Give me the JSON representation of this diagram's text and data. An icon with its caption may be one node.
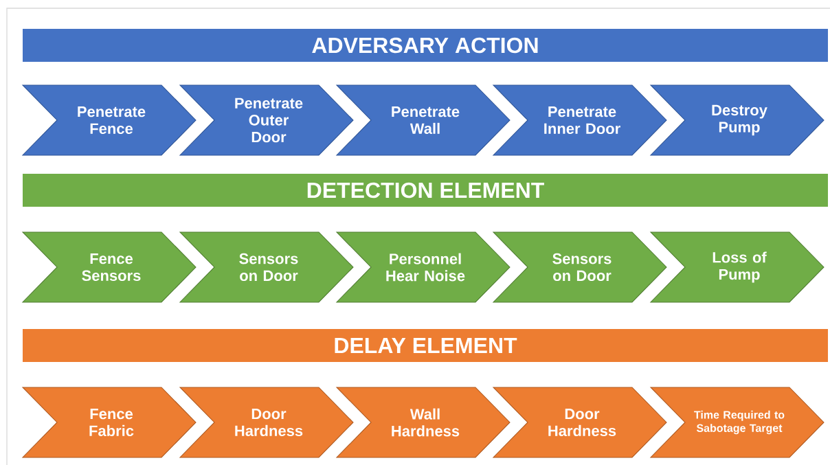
{
  "diagram": {
    "nodes": [
      {
        "text": [
          "ADVERSARY ACTION"
        ]
      },
      {
        "text": [
          "Penetrate Fence"
        ]
      },
      {
        "text": [
          "Penetrate Outer Door"
        ]
      },
      {
        "text": [
          "Penetrate Wall"
        ]
      },
      {
        "text": [
          "Penetrate Inner Door"
        ]
      },
      {
        "text": [
          "Destroy Pump"
        ]
      },
      {
        "text": [
          "DETECTION ELEMENT"
        ]
      },
      {
        "text": [
          "Fence Sensors"
        ]
      },
      {
        "text": [
          "Sensors on Door"
        ]
      },
      {
        "text": [
          "Personnel Hear Noise"
        ]
      },
      {
        "text": [
          "Sensors on Door"
        ]
      },
      {
        "text": [
          "Loss of Pump"
        ]
      },
      {
        "text": [
          "DELAY ELEMENT"
        ]
      },
      {
        "text": [
          "Fence Fabric"
        ]
      },
      {
        "text": [
          "Door Hardness"
        ]
      },
      {
        "text": [
          "Wall Hardness"
        ]
      },
      {
        "text": [
          "Door Hardness"
        ]
      },
      {
        "text": [
          "Time Required to Sabotage Target"
        ]
      }
    ]
  }
}
